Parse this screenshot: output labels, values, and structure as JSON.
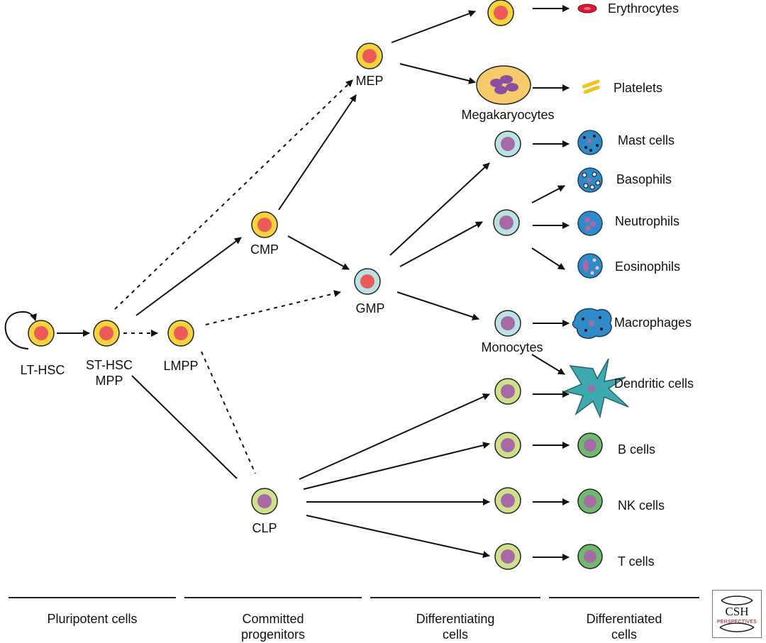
{
  "labels": {
    "lt_hsc": "LT-HSC",
    "st_hsc": "ST-HSC",
    "mpp": "MPP",
    "lmpp": "LMPP",
    "cmp": "CMP",
    "clp": "CLP",
    "mep": "MEP",
    "gmp": "GMP",
    "megakaryocytes": "Megakaryocytes",
    "monocytes": "Monocytes",
    "erythrocytes": "Erythrocytes",
    "platelets": "Platelets",
    "mast_cells": "Mast cells",
    "basophils": "Basophils",
    "neutrophils": "Neutrophils",
    "eosinophils": "Eosinophils",
    "macrophages": "Macrophages",
    "dendritic_cells": "Dendritic cells",
    "b_cells": "B cells",
    "nk_cells": "NK cells",
    "t_cells": "T cells"
  },
  "stages": [
    {
      "label": "Pluripotent cells"
    },
    {
      "label": "Committed\nprogenitors"
    },
    {
      "label": "Differentiating\ncells"
    },
    {
      "label": "Differentiated\ncells"
    }
  ],
  "logo": {
    "main": "CSH",
    "sub": "PERSPECTIVES"
  },
  "colors": {
    "myeloid_yellow": "#f5d33a",
    "red_nucleus": "#ee5a5a",
    "teal_cell": "#b9e3e3",
    "green_cell": "#cfe08a",
    "dark_green_cell": "#6dba6d",
    "purple_nucleus": "#a86aa6",
    "blue_granulocyte": "#2e8bc7",
    "erythrocyte_red": "#d91a36",
    "platelet_yellow": "#f2c21b"
  }
}
